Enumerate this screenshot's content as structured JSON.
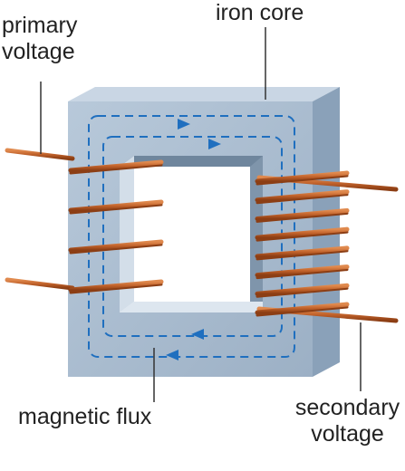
{
  "labels": {
    "primary_voltage": [
      "primary",
      "voltage"
    ],
    "iron_core": "iron core",
    "magnetic_flux": "magnetic flux",
    "secondary_voltage": [
      "secondary",
      "voltage"
    ]
  },
  "colors": {
    "core_front": "#a9bcd0",
    "core_side": "#8aa1b9",
    "core_top": "#c7d5e3",
    "hole_inner": "#7d93aa",
    "flux_line": "#1f6fbf",
    "coil": "#c8682e",
    "coil_dark": "#8c3e14",
    "leader_line": "#333333"
  },
  "coils": {
    "primary_turns": 4,
    "secondary_turns": 8
  }
}
